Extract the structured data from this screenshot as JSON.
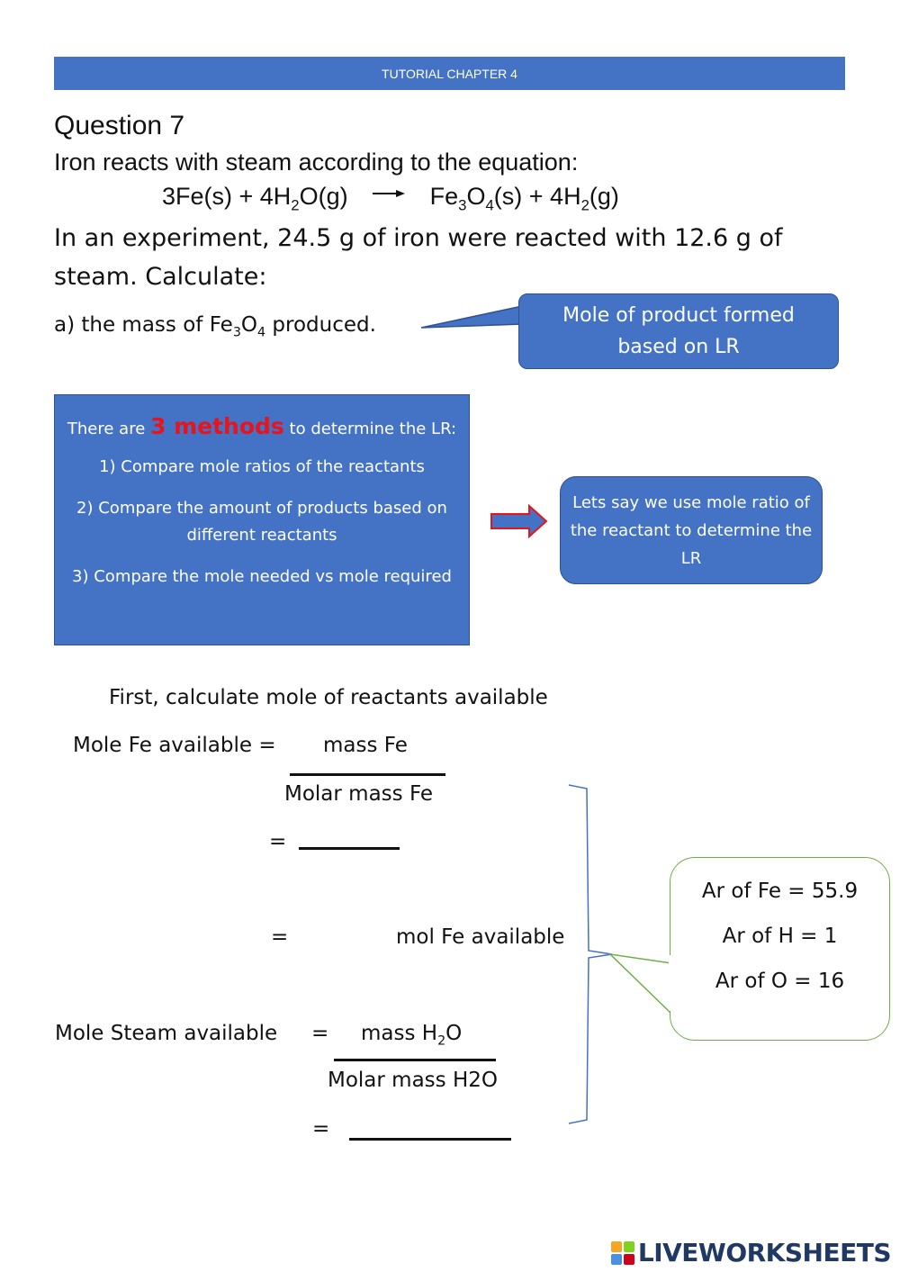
{
  "header": {
    "title": "TUTORIAL CHAPTER 4"
  },
  "question": {
    "title": "Question 7",
    "intro": "Iron reacts with steam according to the equation:",
    "equation": {
      "left": "3Fe(s)  +  4H",
      "left_sub": "2",
      "left_end": "O(g)",
      "right_a": "Fe",
      "right_sub1": "3",
      "right_b": "O",
      "right_sub2": "4",
      "right_c": "(s)  +  4H",
      "right_sub3": "2",
      "right_d": "(g)"
    },
    "experiment": "In an experiment, 24.5 g of iron were reacted with 12.6 g of steam. Calculate:",
    "part_a": {
      "pre": "a) the mass of Fe",
      "sub1": "3",
      "mid": "O",
      "sub2": "4",
      "post": " produced."
    }
  },
  "callout_product": {
    "line1": "Mole of product formed",
    "line2": "based on LR"
  },
  "methods_box": {
    "head_pre": "There are ",
    "head_highlight": "3 methods",
    "head_post": " to determine the LR:",
    "items": [
      "1) Compare mole ratios of the reactants",
      "2) Compare the amount of products based on different reactants",
      "3) Compare the mole needed vs mole required"
    ]
  },
  "note_box": {
    "text": "Lets say we use mole ratio of the reactant to determine the LR"
  },
  "work": {
    "first_step": "First, calculate mole of reactants available",
    "fe_label": "Mole Fe available =",
    "fe_numerator": "mass Fe",
    "fe_denominator": "Molar mass Fe",
    "equals": "=",
    "fe_result_suffix": "mol Fe available",
    "steam_label": "Mole Steam available",
    "steam_numerator_pre": "mass H",
    "steam_numerator_sub": "2",
    "steam_numerator_post": "O",
    "steam_denominator": "Molar mass H2O"
  },
  "atomic_masses": [
    "Ar of Fe = 55.9",
    "Ar of H = 1",
    "Ar of O = 16"
  ],
  "brand": {
    "name": "LIVEWORKSHEETS"
  },
  "colors": {
    "header_blue": "#4472c4",
    "highlight_red": "#e8141b",
    "callout_green": "#70ad47"
  }
}
